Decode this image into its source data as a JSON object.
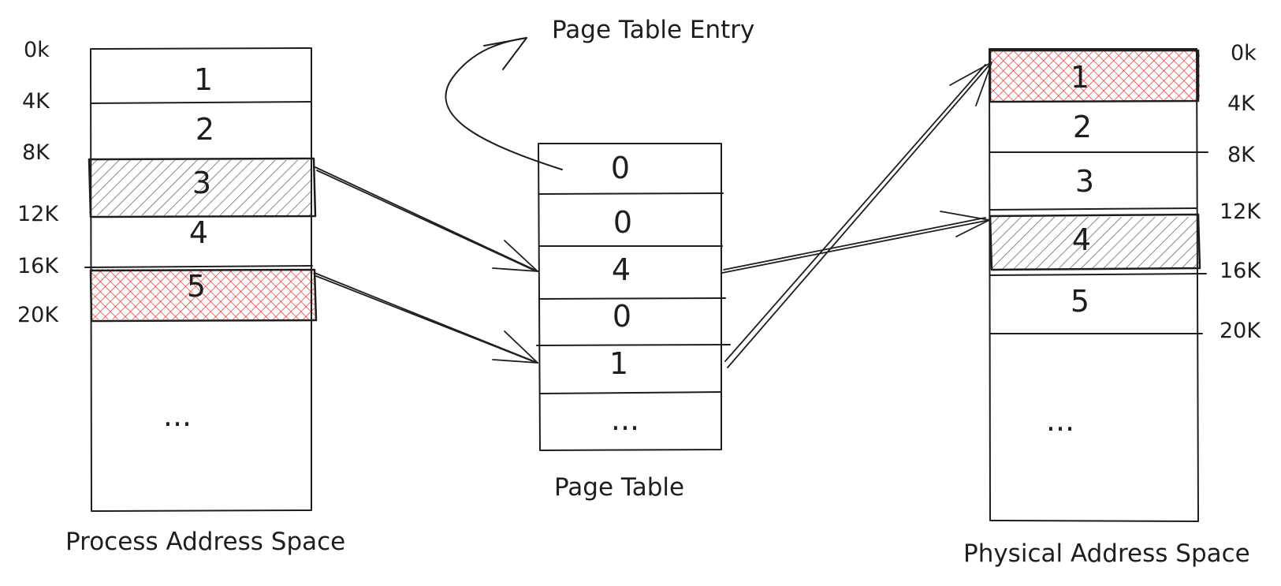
{
  "labels": {
    "process_address_space": "Process Address Space",
    "page_table": "Page Table",
    "physical_address_space": "Physical Address Space",
    "page_table_entry": "Page Table Entry"
  },
  "process_space": {
    "address_labels": [
      "0k",
      "4K",
      "8K",
      "12K",
      "16K",
      "20K"
    ],
    "pages": [
      "1",
      "2",
      "3",
      "4",
      "5",
      "..."
    ],
    "highlighted": [
      {
        "page": "3",
        "style": "gray-hatch"
      },
      {
        "page": "5",
        "style": "red-crosshatch"
      }
    ]
  },
  "page_table": {
    "entries": [
      "0",
      "0",
      "4",
      "0",
      "1",
      "..."
    ]
  },
  "physical_space": {
    "address_labels": [
      "0k",
      "4K",
      "8K",
      "12K",
      "16K",
      "20K"
    ],
    "frames": [
      "1",
      "2",
      "3",
      "4",
      "5",
      "..."
    ],
    "highlighted": [
      {
        "frame": "1",
        "style": "red-crosshatch"
      },
      {
        "frame": "4",
        "style": "gray-hatch"
      }
    ]
  },
  "colors": {
    "ink": "#1e1e1e",
    "gray_hatch": "#6b6b6b",
    "red_hatch": "#e03131"
  }
}
